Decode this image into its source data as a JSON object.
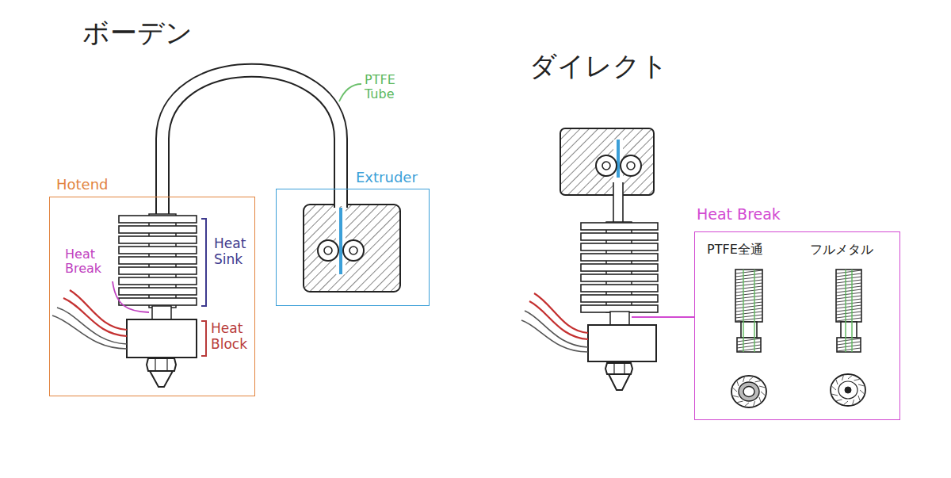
{
  "diagram": {
    "nodes": [
      {
        "text": [
          "Hotend"
        ]
      },
      {
        "text": [
          "Extruder"
        ]
      },
      {
        "text": [
          "Heat Break"
        ]
      }
    ],
    "edges": [
      {
        "from": 0,
        "to": 1,
        "arrow": "none",
        "label": "PTFE Tube"
      }
    ],
    "labels": [
      "ボーデン",
      "ダイレクト",
      "Heat Sink",
      "Heat Break",
      "Heat Block",
      "PTFE全通",
      "フルメタル"
    ]
  }
}
